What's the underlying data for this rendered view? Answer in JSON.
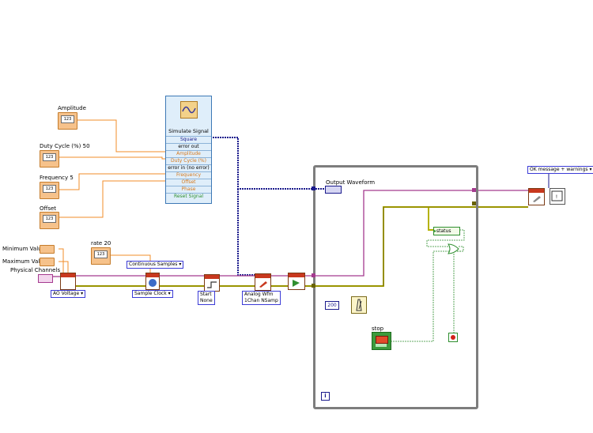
{
  "simulate_signal": {
    "title": "Simulate Signal",
    "rows": [
      "Square",
      "error out",
      "Amplitude",
      "Duty Cycle (%)",
      "error in (no error)",
      "Frequency",
      "Offset",
      "Phase",
      "Reset Signal"
    ]
  },
  "controls": {
    "amplitude": "Amplitude",
    "duty_cycle": "Duty Cycle (%) 50",
    "frequency": "Frequency 5",
    "offset": "Offset",
    "minimum_value": "Minimum Value",
    "maximum_value": "Maximum Value",
    "physical_channels": "Physical Channels",
    "rate": "rate 20",
    "stop": "stop"
  },
  "terminal_type": "123",
  "const_200": "200",
  "rings": {
    "continuous_samples": "Continuous Samples",
    "ao_voltage": "AO Voltage",
    "sample_clock": "Sample Clock",
    "start": "Start",
    "none": "None",
    "analog_wfm": "Analog Wfm",
    "nchan": "1Chan NSamp",
    "ok_message": "OK message + warnings"
  },
  "loop": {
    "output_waveform": "Output Waveform",
    "status": "status",
    "iteration": "i"
  },
  "colors": {
    "waveform_wire": "#1a1a8c",
    "error_wire": "#b5b200",
    "task_wire": "#a53a8f",
    "numeric_wire": "#f28c28",
    "boolean_wire": "#2f8f2f",
    "loop_border": "#7d7d7d"
  }
}
